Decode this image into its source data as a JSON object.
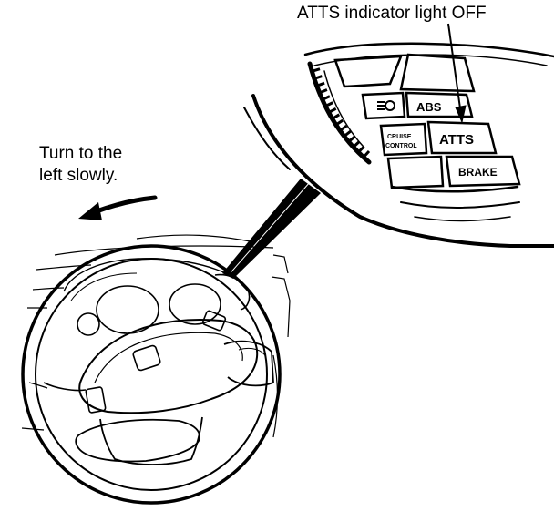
{
  "callout": {
    "text": "ATTS indicator light OFF"
  },
  "instruction": {
    "line1": "Turn to the",
    "line2": "left slowly."
  },
  "indicators": {
    "lamp_icon": "lamp-icon",
    "abs": "ABS",
    "cruise_line1": "CRUISE",
    "cruise_line2": "CONTROL",
    "atts": "ATTS",
    "brake": "BRAKE"
  },
  "colors": {
    "ink": "#000000",
    "paper": "#ffffff"
  }
}
